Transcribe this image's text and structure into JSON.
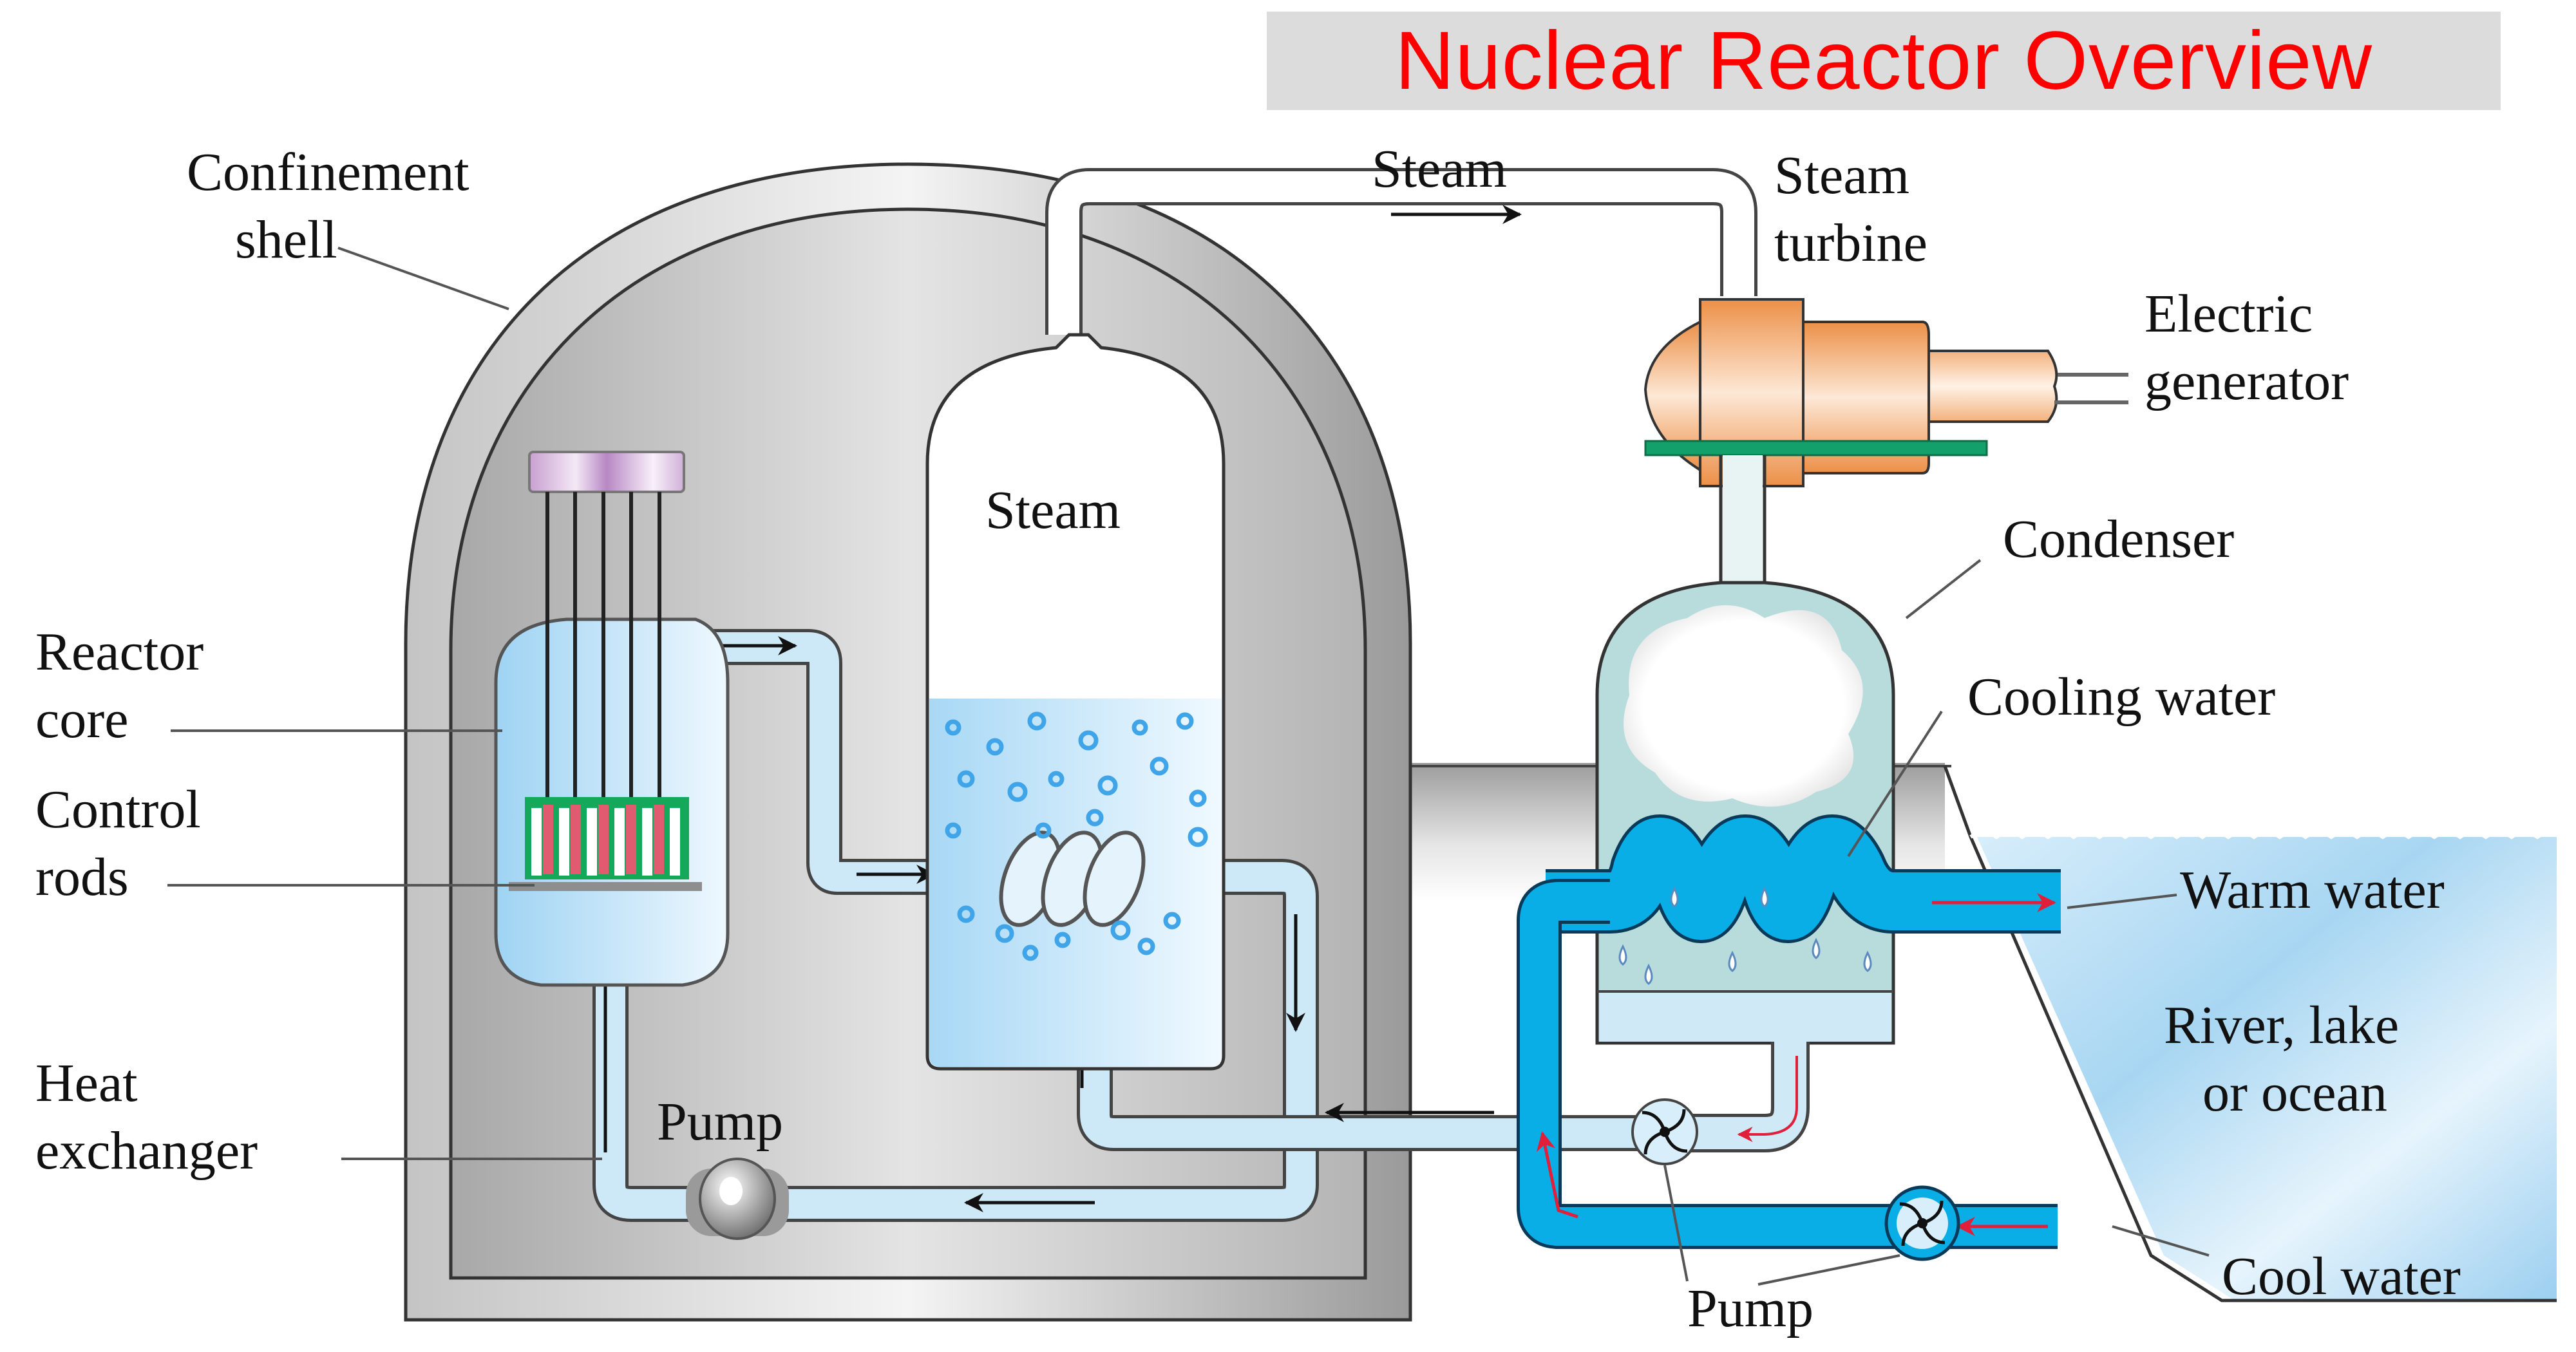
{
  "title": "Nuclear Reactor Overview",
  "colors": {
    "title_text": "#ff0000",
    "title_background": "#dcdcdc",
    "primary_loop_water": "#bfe3f7",
    "cooling_water": "#0aaee6",
    "flow_arrow_red": "#e0203a",
    "control_rod_red": "#e05a70",
    "core_frame_green": "#14a85a",
    "turbine_orange": "#f0a060",
    "condenser_teal": "#b8dcdc",
    "shell_gray": "#c8c8c8"
  },
  "labels": {
    "confinement_shell": [
      "Confinement",
      "shell"
    ],
    "reactor_core": [
      "Reactor",
      "core"
    ],
    "control_rods": [
      "Control",
      "rods"
    ],
    "heat_exchanger": [
      "Heat",
      "exchanger"
    ],
    "pump_primary": "Pump",
    "steam_vessel": "Steam",
    "steam_pipe": "Steam",
    "steam_turbine": [
      "Steam",
      "turbine"
    ],
    "electric_generator": [
      "Electric",
      "generator"
    ],
    "condenser": "Condenser",
    "cooling_water": "Cooling water",
    "warm_water": "Warm water",
    "water_source": [
      "River, lake",
      "or ocean"
    ],
    "cool_water": "Cool water",
    "pump_secondary": "Pump"
  },
  "icons": {
    "flow_arrow": "arrowhead",
    "pump": "impeller",
    "steam_cloud": "cloud",
    "water_droplet": "droplet"
  }
}
